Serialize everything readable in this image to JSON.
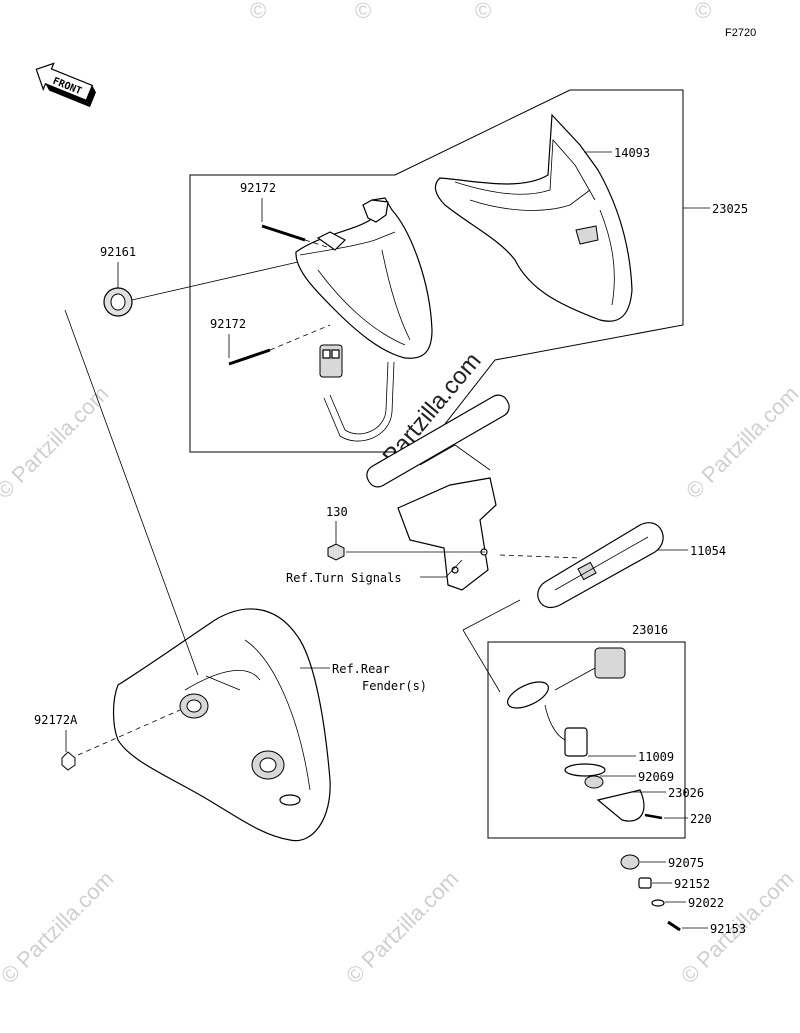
{
  "diagram_code": "F2720",
  "front_label": "FRONT",
  "watermarks": {
    "main": "© Partzilla.com",
    "corner": "©"
  },
  "parts": [
    {
      "id": "p-14093",
      "number": "14093"
    },
    {
      "id": "p-23025",
      "number": "23025"
    },
    {
      "id": "p-92172-top",
      "number": "92172"
    },
    {
      "id": "p-92172-mid",
      "number": "92172"
    },
    {
      "id": "p-92161",
      "number": "92161"
    },
    {
      "id": "p-130",
      "number": "130"
    },
    {
      "id": "p-11054",
      "number": "11054"
    },
    {
      "id": "p-23016",
      "number": "23016"
    },
    {
      "id": "p-92172a",
      "number": "92172A"
    },
    {
      "id": "p-11009",
      "number": "11009"
    },
    {
      "id": "p-92069",
      "number": "92069"
    },
    {
      "id": "p-23026",
      "number": "23026"
    },
    {
      "id": "p-220",
      "number": "220"
    },
    {
      "id": "p-92075",
      "number": "92075"
    },
    {
      "id": "p-92152",
      "number": "92152"
    },
    {
      "id": "p-92022",
      "number": "92022"
    },
    {
      "id": "p-92153",
      "number": "92153"
    }
  ],
  "references": {
    "turn_signals": "Ref.Turn Signals",
    "rear_fender_line1": "Ref.Rear",
    "rear_fender_line2": "Fender(s)"
  }
}
